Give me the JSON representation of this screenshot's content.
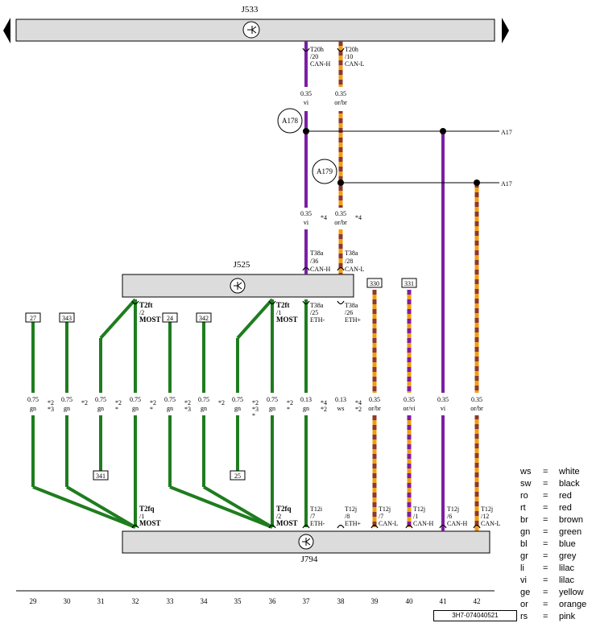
{
  "components": {
    "top_bus": "J533",
    "mid_ecu": "J525",
    "bottom_ecu": "J794"
  },
  "splices": [
    "A178",
    "A179"
  ],
  "continuation": [
    "A17",
    "A17"
  ],
  "top_pins": [
    {
      "conn": "T20h",
      "pin": "/20",
      "signal": "CAN-H"
    },
    {
      "conn": "T20h",
      "pin": "/10",
      "signal": "CAN-L"
    }
  ],
  "top_wires": [
    {
      "size": "0.35",
      "color": "vi"
    },
    {
      "size": "0.35",
      "color": "or/br"
    }
  ],
  "upper_wires": [
    {
      "size": "0.35",
      "color": "vi",
      "note": "*4"
    },
    {
      "size": "0.35",
      "color": "or/br",
      "note": "*4"
    }
  ],
  "j525_top_pins": [
    {
      "conn": "T38a",
      "pin": "/36",
      "signal": "CAN-H"
    },
    {
      "conn": "T38a",
      "pin": "/28",
      "signal": "CAN-L"
    }
  ],
  "j525_bottom_pins": [
    {
      "conn": "T2ft",
      "pin": "/2",
      "signal": "MOST"
    },
    {
      "conn": "T2ft",
      "pin": "/1",
      "signal": "MOST"
    },
    {
      "conn": "T38a",
      "pin": "/25",
      "signal": "ETH-"
    },
    {
      "conn": "T38a",
      "pin": "/26",
      "signal": "ETH+"
    }
  ],
  "ref_boxes": [
    "27",
    "343",
    "24",
    "342",
    "330",
    "331",
    "341",
    "25"
  ],
  "mid_wires": [
    {
      "size": "0.75",
      "color": "gn",
      "note": "*2\n*3"
    },
    {
      "size": "0.75",
      "color": "gn",
      "note": "*2"
    },
    {
      "size": "0.75",
      "color": "gn",
      "note": "*2\n*"
    },
    {
      "size": "0.75",
      "color": "gn",
      "note": "*2\n*"
    },
    {
      "size": "0.75",
      "color": "gn",
      "note": "*2\n*3"
    },
    {
      "size": "0.75",
      "color": "gn",
      "note": "*2"
    },
    {
      "size": "0.75",
      "color": "gn",
      "note": "*2\n*3\n*"
    },
    {
      "size": "0.75",
      "color": "gn",
      "note": "*2\n*"
    },
    {
      "size": "0.13",
      "color": "gn",
      "note": "*4\n*2"
    },
    {
      "size": "0.13",
      "color": "ws",
      "note": "*4\n*2"
    },
    {
      "size": "0.35",
      "color": "or/br",
      "note": ""
    },
    {
      "size": "0.35",
      "color": "or/vi",
      "note": ""
    },
    {
      "size": "0.35",
      "color": "vi",
      "note": ""
    },
    {
      "size": "0.35",
      "color": "or/br",
      "note": ""
    }
  ],
  "bottom_pins": [
    {
      "conn": "T2fq",
      "pin": "/1",
      "signal": "MOST"
    },
    {
      "conn": "T2fq",
      "pin": "/2",
      "signal": "MOST"
    },
    {
      "conn": "T12i",
      "pin": "/7",
      "signal": "ETH-"
    },
    {
      "conn": "T12j",
      "pin": "/8",
      "signal": "ETH+"
    },
    {
      "conn": "T12j",
      "pin": "/7",
      "signal": "CAN-L"
    },
    {
      "conn": "T12j",
      "pin": "/1",
      "signal": "CAN-H"
    },
    {
      "conn": "T12j",
      "pin": "/6",
      "signal": "CAN-H"
    },
    {
      "conn": "T12j",
      "pin": "/12",
      "signal": "CAN-L"
    }
  ],
  "column_numbers": [
    "29",
    "30",
    "31",
    "32",
    "33",
    "34",
    "35",
    "36",
    "37",
    "38",
    "39",
    "40",
    "41",
    "42"
  ],
  "legend": [
    {
      "code": "ws",
      "eq": "=",
      "name": "white"
    },
    {
      "code": "sw",
      "eq": "=",
      "name": "black"
    },
    {
      "code": "ro",
      "eq": "=",
      "name": "red"
    },
    {
      "code": "rt",
      "eq": "=",
      "name": "red"
    },
    {
      "code": "br",
      "eq": "=",
      "name": "brown"
    },
    {
      "code": "gn",
      "eq": "=",
      "name": "green"
    },
    {
      "code": "bl",
      "eq": "=",
      "name": "blue"
    },
    {
      "code": "gr",
      "eq": "=",
      "name": "grey"
    },
    {
      "code": "li",
      "eq": "=",
      "name": "lilac"
    },
    {
      "code": "vi",
      "eq": "=",
      "name": "lilac"
    },
    {
      "code": "ge",
      "eq": "=",
      "name": "yellow"
    },
    {
      "code": "or",
      "eq": "=",
      "name": "orange"
    },
    {
      "code": "rs",
      "eq": "=",
      "name": "pink"
    }
  ],
  "page_code": "3H7-074040521",
  "colors": {
    "violet": "#7b1fa2",
    "green": "#1e7d1e",
    "orange": "#f39c12",
    "brown": "#8b3a2b",
    "bar": "#dcdcdc"
  }
}
